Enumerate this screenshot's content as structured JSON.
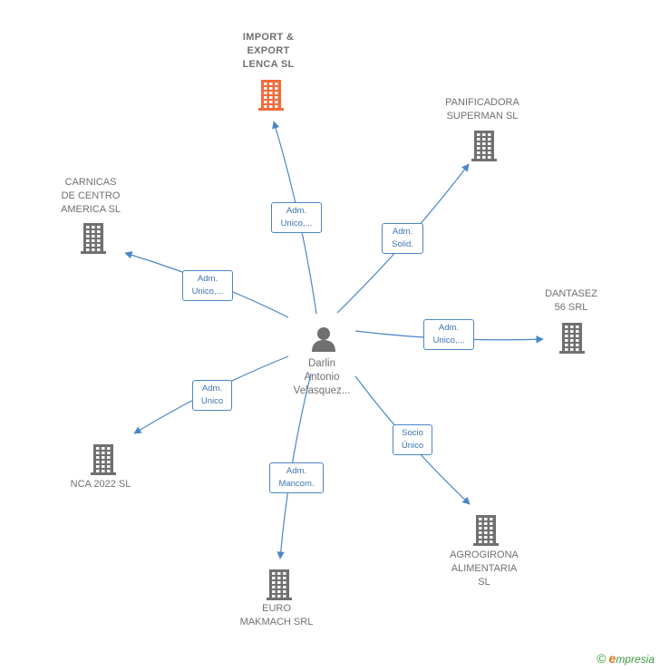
{
  "center": {
    "name": "Darlin\nAntonio\nVelasquez..."
  },
  "companies": [
    {
      "id": "import",
      "name": "IMPORT &\nEXPORT\nLENCA  SL",
      "highlight": true,
      "relation": "Adm.\nUnico,..."
    },
    {
      "id": "panificadora",
      "name": "PANIFICADORA\nSUPERMAN  SL",
      "highlight": false,
      "relation": "Adm.\nSolid."
    },
    {
      "id": "carnicas",
      "name": "CARNICAS\nDE CENTRO\nAMERICA  SL",
      "highlight": false,
      "relation": "Adm.\nUnico,..."
    },
    {
      "id": "dantasez",
      "name": "DANTASEZ\n56 SRL",
      "highlight": false,
      "relation": "Adm.\nUnico,..."
    },
    {
      "id": "nca",
      "name": "NCA 2022  SL",
      "highlight": false,
      "relation": "Adm.\nUnico"
    },
    {
      "id": "agrogirona",
      "name": "AGROGIRONA\nALIMENTARIA\nSL",
      "highlight": false,
      "relation": "Socio\nÚnico"
    },
    {
      "id": "euro",
      "name": "EURO\nMAKMACH SRL",
      "highlight": false,
      "relation": "Adm.\nMancom."
    }
  ],
  "colors": {
    "edge": "#4a86c8",
    "node": "#707070",
    "highlight": "#f26b3a"
  },
  "footer": {
    "copyright": "©",
    "brand_initial": "e",
    "brand_rest": "mpresia"
  }
}
